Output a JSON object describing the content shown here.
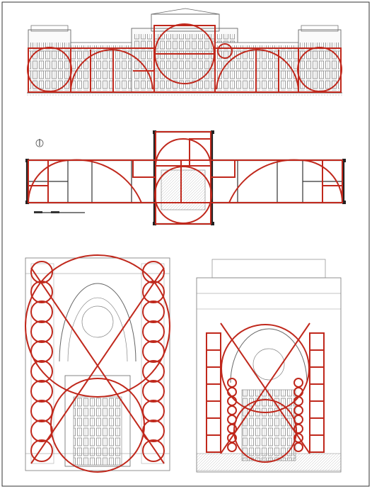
{
  "sheet": {
    "border_color": "#333333",
    "line_color": "#6b6b6b",
    "overlay_color": "#c0281c",
    "background": "#ffffff"
  },
  "panels": [
    {
      "id": "facade-elevation",
      "content": "drawing"
    },
    {
      "id": "floor-plan",
      "content": "drawing",
      "north_arrow_icon": "north-arrow-icon",
      "scale_bar_icon": "scale-bar-icon"
    },
    {
      "id": "central-bay-elevation",
      "content": "drawing"
    },
    {
      "id": "side-portal-elevation",
      "content": "drawing"
    }
  ],
  "overlay": {
    "shapes": [
      "golden-spiral",
      "circle",
      "diagonal-cross",
      "rectangle-grid"
    ]
  }
}
